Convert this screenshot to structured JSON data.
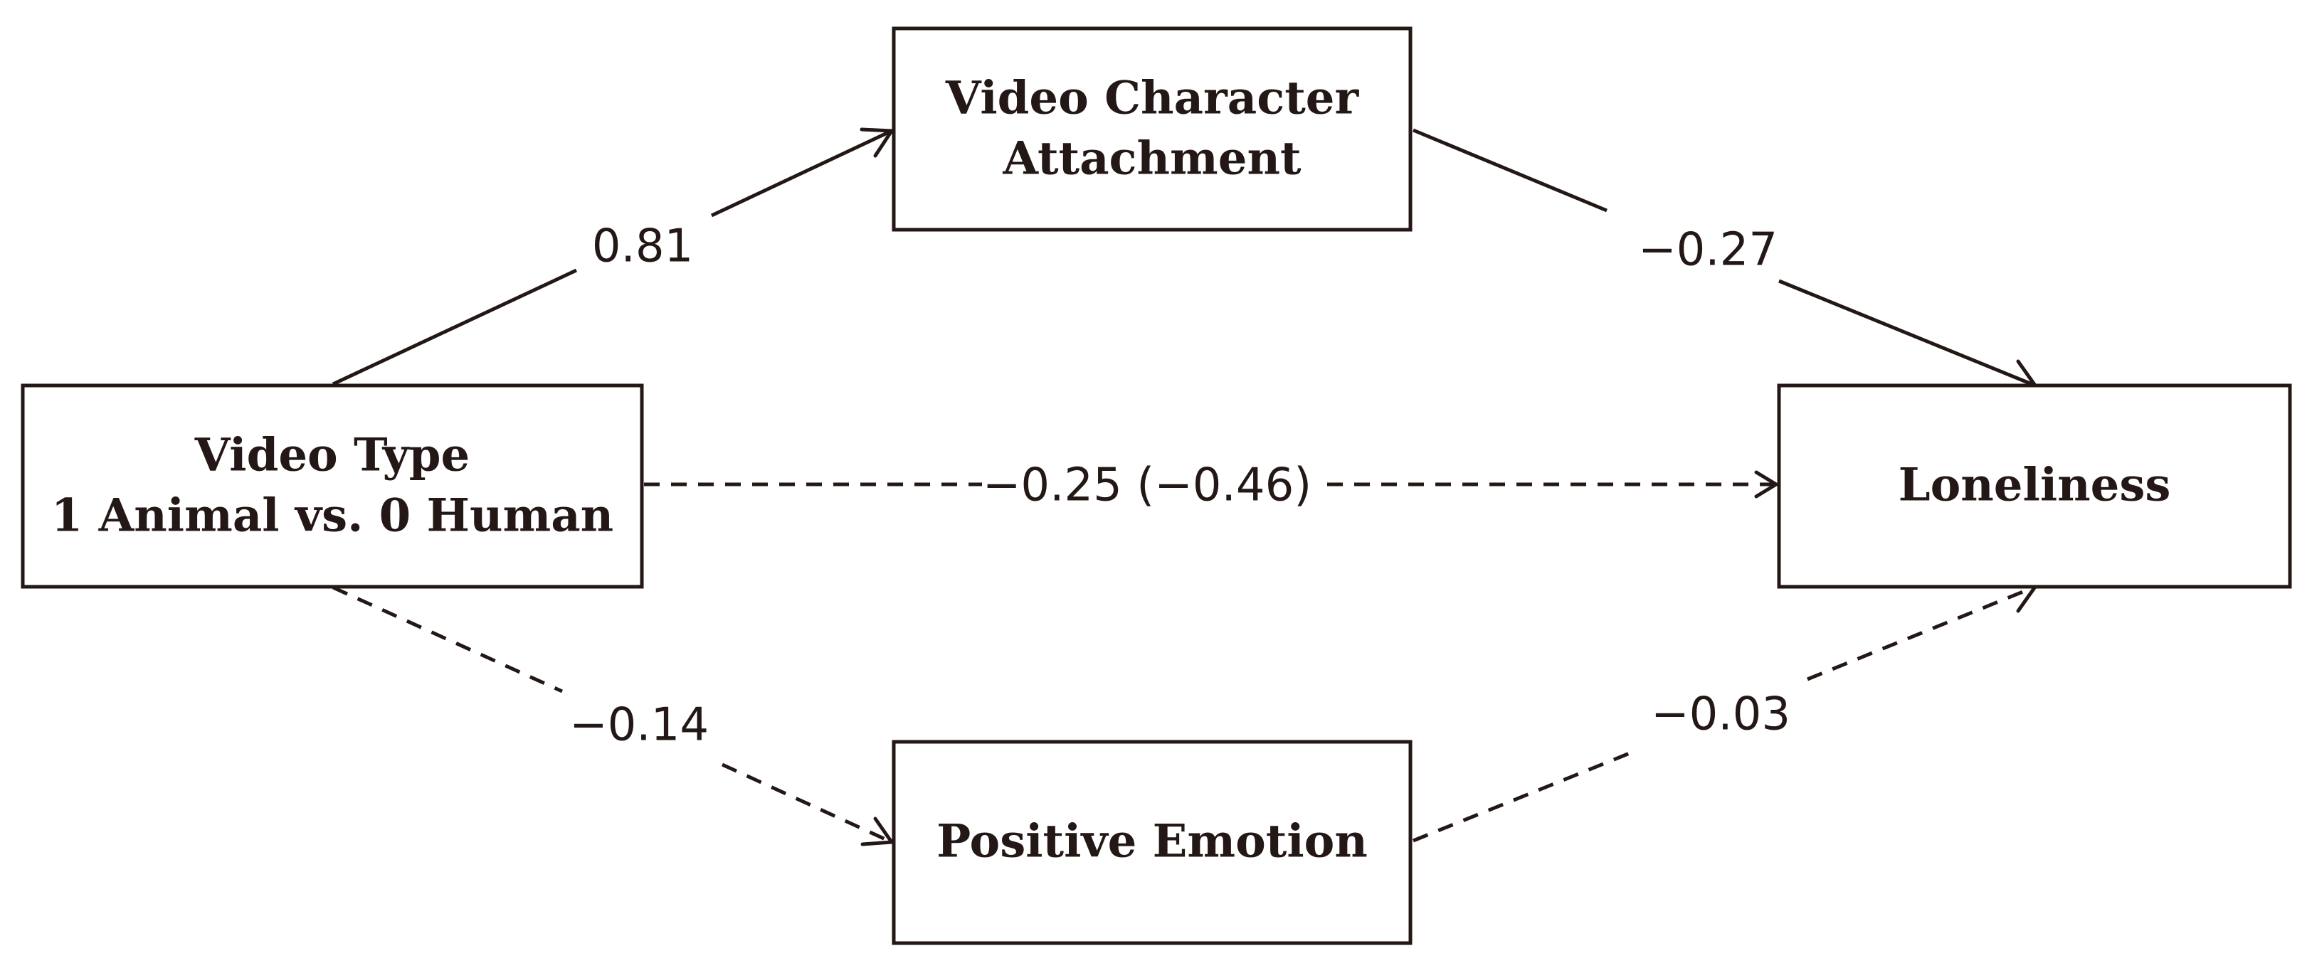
{
  "diagram": {
    "nodes": {
      "video_type": {
        "lines": [
          "Video Type",
          "1 Animal vs. 0 Human"
        ]
      },
      "attachment": {
        "lines": [
          "Video Character",
          "Attachment"
        ]
      },
      "emotion": {
        "lines": [
          "Positive Emotion"
        ]
      },
      "loneliness": {
        "lines": [
          "Loneliness"
        ]
      }
    },
    "paths": {
      "a1": {
        "label": "0.81",
        "style": "solid"
      },
      "b1": {
        "label": "−0.27",
        "style": "solid"
      },
      "c": {
        "label": "−0.25 (−0.46)",
        "style": "dashed"
      },
      "a2": {
        "label": "−0.14",
        "style": "dashed"
      },
      "b2": {
        "label": "−0.03",
        "style": "dashed"
      }
    },
    "colors": {
      "ink": "#231815",
      "background": "#ffffff"
    }
  }
}
